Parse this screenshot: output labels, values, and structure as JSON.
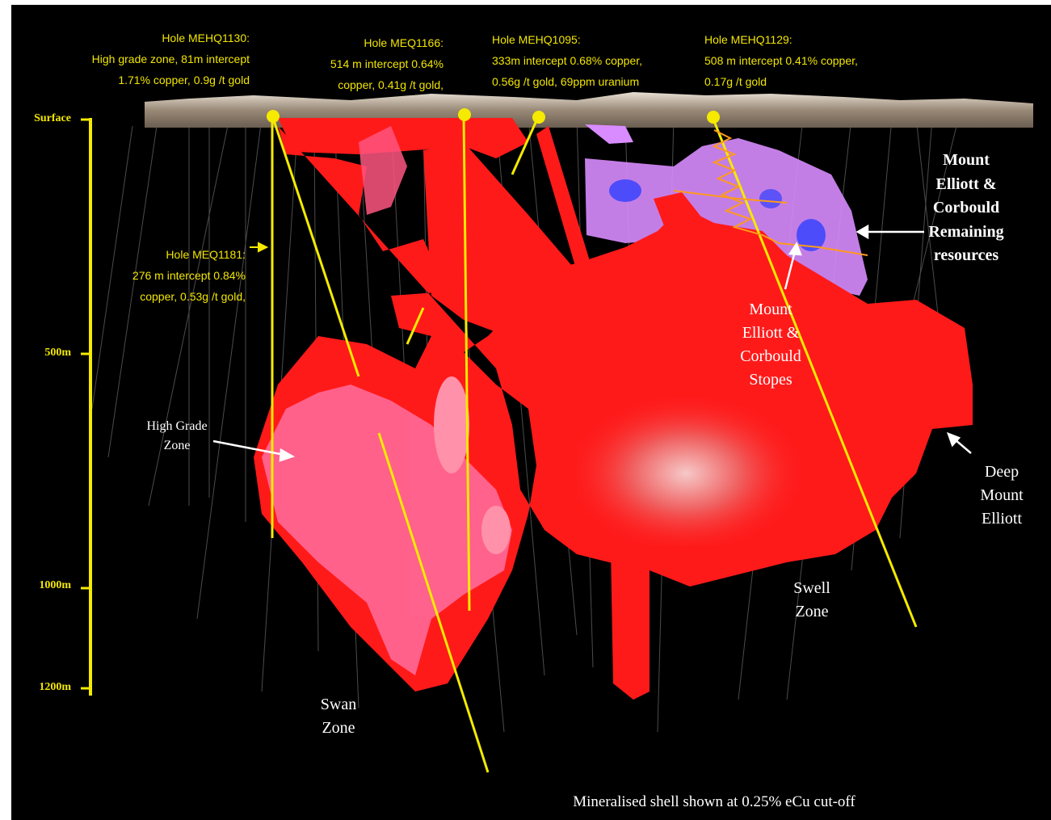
{
  "holes": [
    {
      "id": "hole-mehq1130",
      "lines": [
        "Hole MEHQ1130:",
        "High grade zone, 81m intercept",
        "1.71% copper, 0.9g /t gold"
      ]
    },
    {
      "id": "hole-meq1166",
      "lines": [
        "Hole MEQ1166:",
        "514 m intercept 0.64%",
        "copper, 0.41g /t gold,"
      ]
    },
    {
      "id": "hole-mehq1095",
      "lines": [
        "Hole MEHQ1095:",
        "333m intercept 0.68% copper,",
        "0.56g /t gold, 69ppm uranium"
      ]
    },
    {
      "id": "hole-mehq1129",
      "lines": [
        "Hole MEHQ1129:",
        "508 m intercept 0.41% copper,",
        "0.17g /t gold"
      ]
    },
    {
      "id": "hole-meq1181",
      "lines": [
        "Hole MEQ1181:",
        "276 m intercept 0.84%",
        "copper, 0.53g /t gold,"
      ]
    }
  ],
  "depth_scale": {
    "surface": "Surface",
    "d500": "500m",
    "d1000": "1000m",
    "d1200": "1200m"
  },
  "zones": {
    "high_grade": [
      "High Grade",
      "Zone"
    ],
    "swan": [
      "Swan",
      "Zone"
    ],
    "swell": [
      "Swell",
      "Zone"
    ],
    "stopes": [
      "Mount",
      "Elliott &",
      "Corbould",
      "Stopes"
    ],
    "remaining": [
      "Mount",
      "Elliott &",
      "Corbould",
      "Remaining",
      "resources"
    ],
    "deep": [
      "Deep",
      "Mount",
      "Elliott"
    ]
  },
  "footer": "Mineralised shell shown at 0.25% eCu cut-off",
  "colors": {
    "shell": "#ff1a1a",
    "high_grade": "#ff6fa0",
    "remaining": "#d88cff",
    "drill": "#f5ea00",
    "surface": "#b8aa96"
  }
}
